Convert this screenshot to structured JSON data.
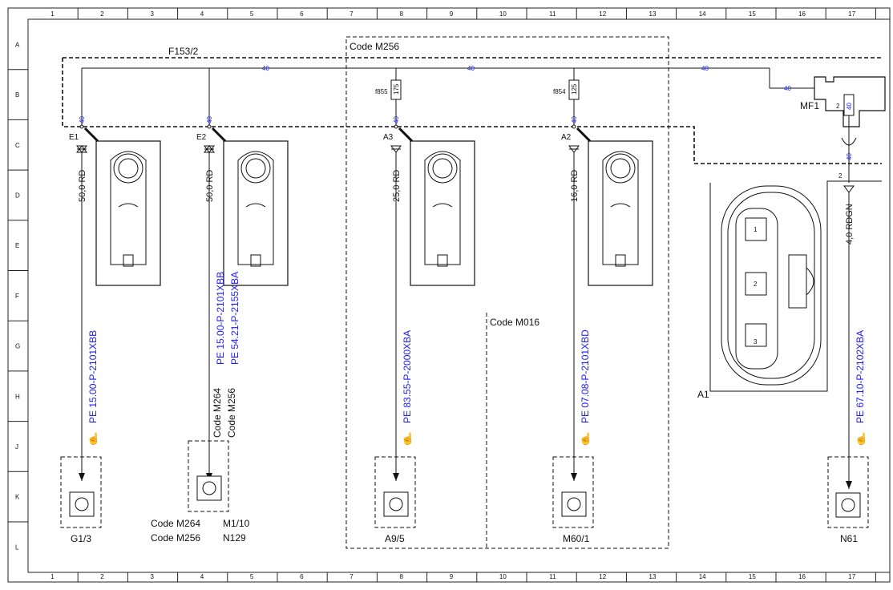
{
  "grid": {
    "columns": [
      "1",
      "2",
      "3",
      "4",
      "5",
      "6",
      "7",
      "8",
      "9",
      "10",
      "11",
      "12",
      "13",
      "14",
      "15",
      "16",
      "17"
    ],
    "rows": [
      "A",
      "B",
      "C",
      "D",
      "E",
      "F",
      "G",
      "H",
      "J",
      "K",
      "L"
    ]
  },
  "bus": {
    "label": "F153/2",
    "wire_value": "40"
  },
  "zones": {
    "m256": "Code M256",
    "m016": "Code M016"
  },
  "fuses": [
    {
      "id": "f855",
      "rating": "175"
    },
    {
      "id": "f854",
      "rating": "125"
    }
  ],
  "mf1": {
    "label": "MF1",
    "pin": "2",
    "value": "40"
  },
  "connectors": [
    {
      "id": "E1",
      "wire": "50,0 RD",
      "ref": "PE 15.00-P-2101XBB",
      "ref2": "",
      "device": "G1/3",
      "code": ""
    },
    {
      "id": "E2",
      "wire": "50,0 RD",
      "ref": "PE 15.00-P-2101XBB",
      "ref2": "PE 54.21-P-2155XBA",
      "device": "",
      "code": "Code M264",
      "code2": "Code M256"
    },
    {
      "id": "A3",
      "wire": "25,0 RD",
      "ref": "PE 83.55-P-2000XBA",
      "ref2": "",
      "device": "A9/5",
      "code": ""
    },
    {
      "id": "A2",
      "wire": "16,0 RD",
      "ref": "PE 07.08-P-2101XBD",
      "ref2": "",
      "device": "M60/1",
      "code": ""
    }
  ],
  "e2_devices": {
    "code1": "Code M264",
    "code2": "Code M256",
    "dev1": "M1/10",
    "dev2": "N129"
  },
  "a1": {
    "label": "A1",
    "pins": [
      "1",
      "2",
      "3"
    ]
  },
  "right_branch": {
    "pin": "2",
    "wire": "4,0 RDGN",
    "ref": "PE 67.10-P-2102XBA",
    "device": "N61"
  },
  "wire_vals": [
    "40",
    "40",
    "40",
    "40",
    "40",
    "40"
  ]
}
